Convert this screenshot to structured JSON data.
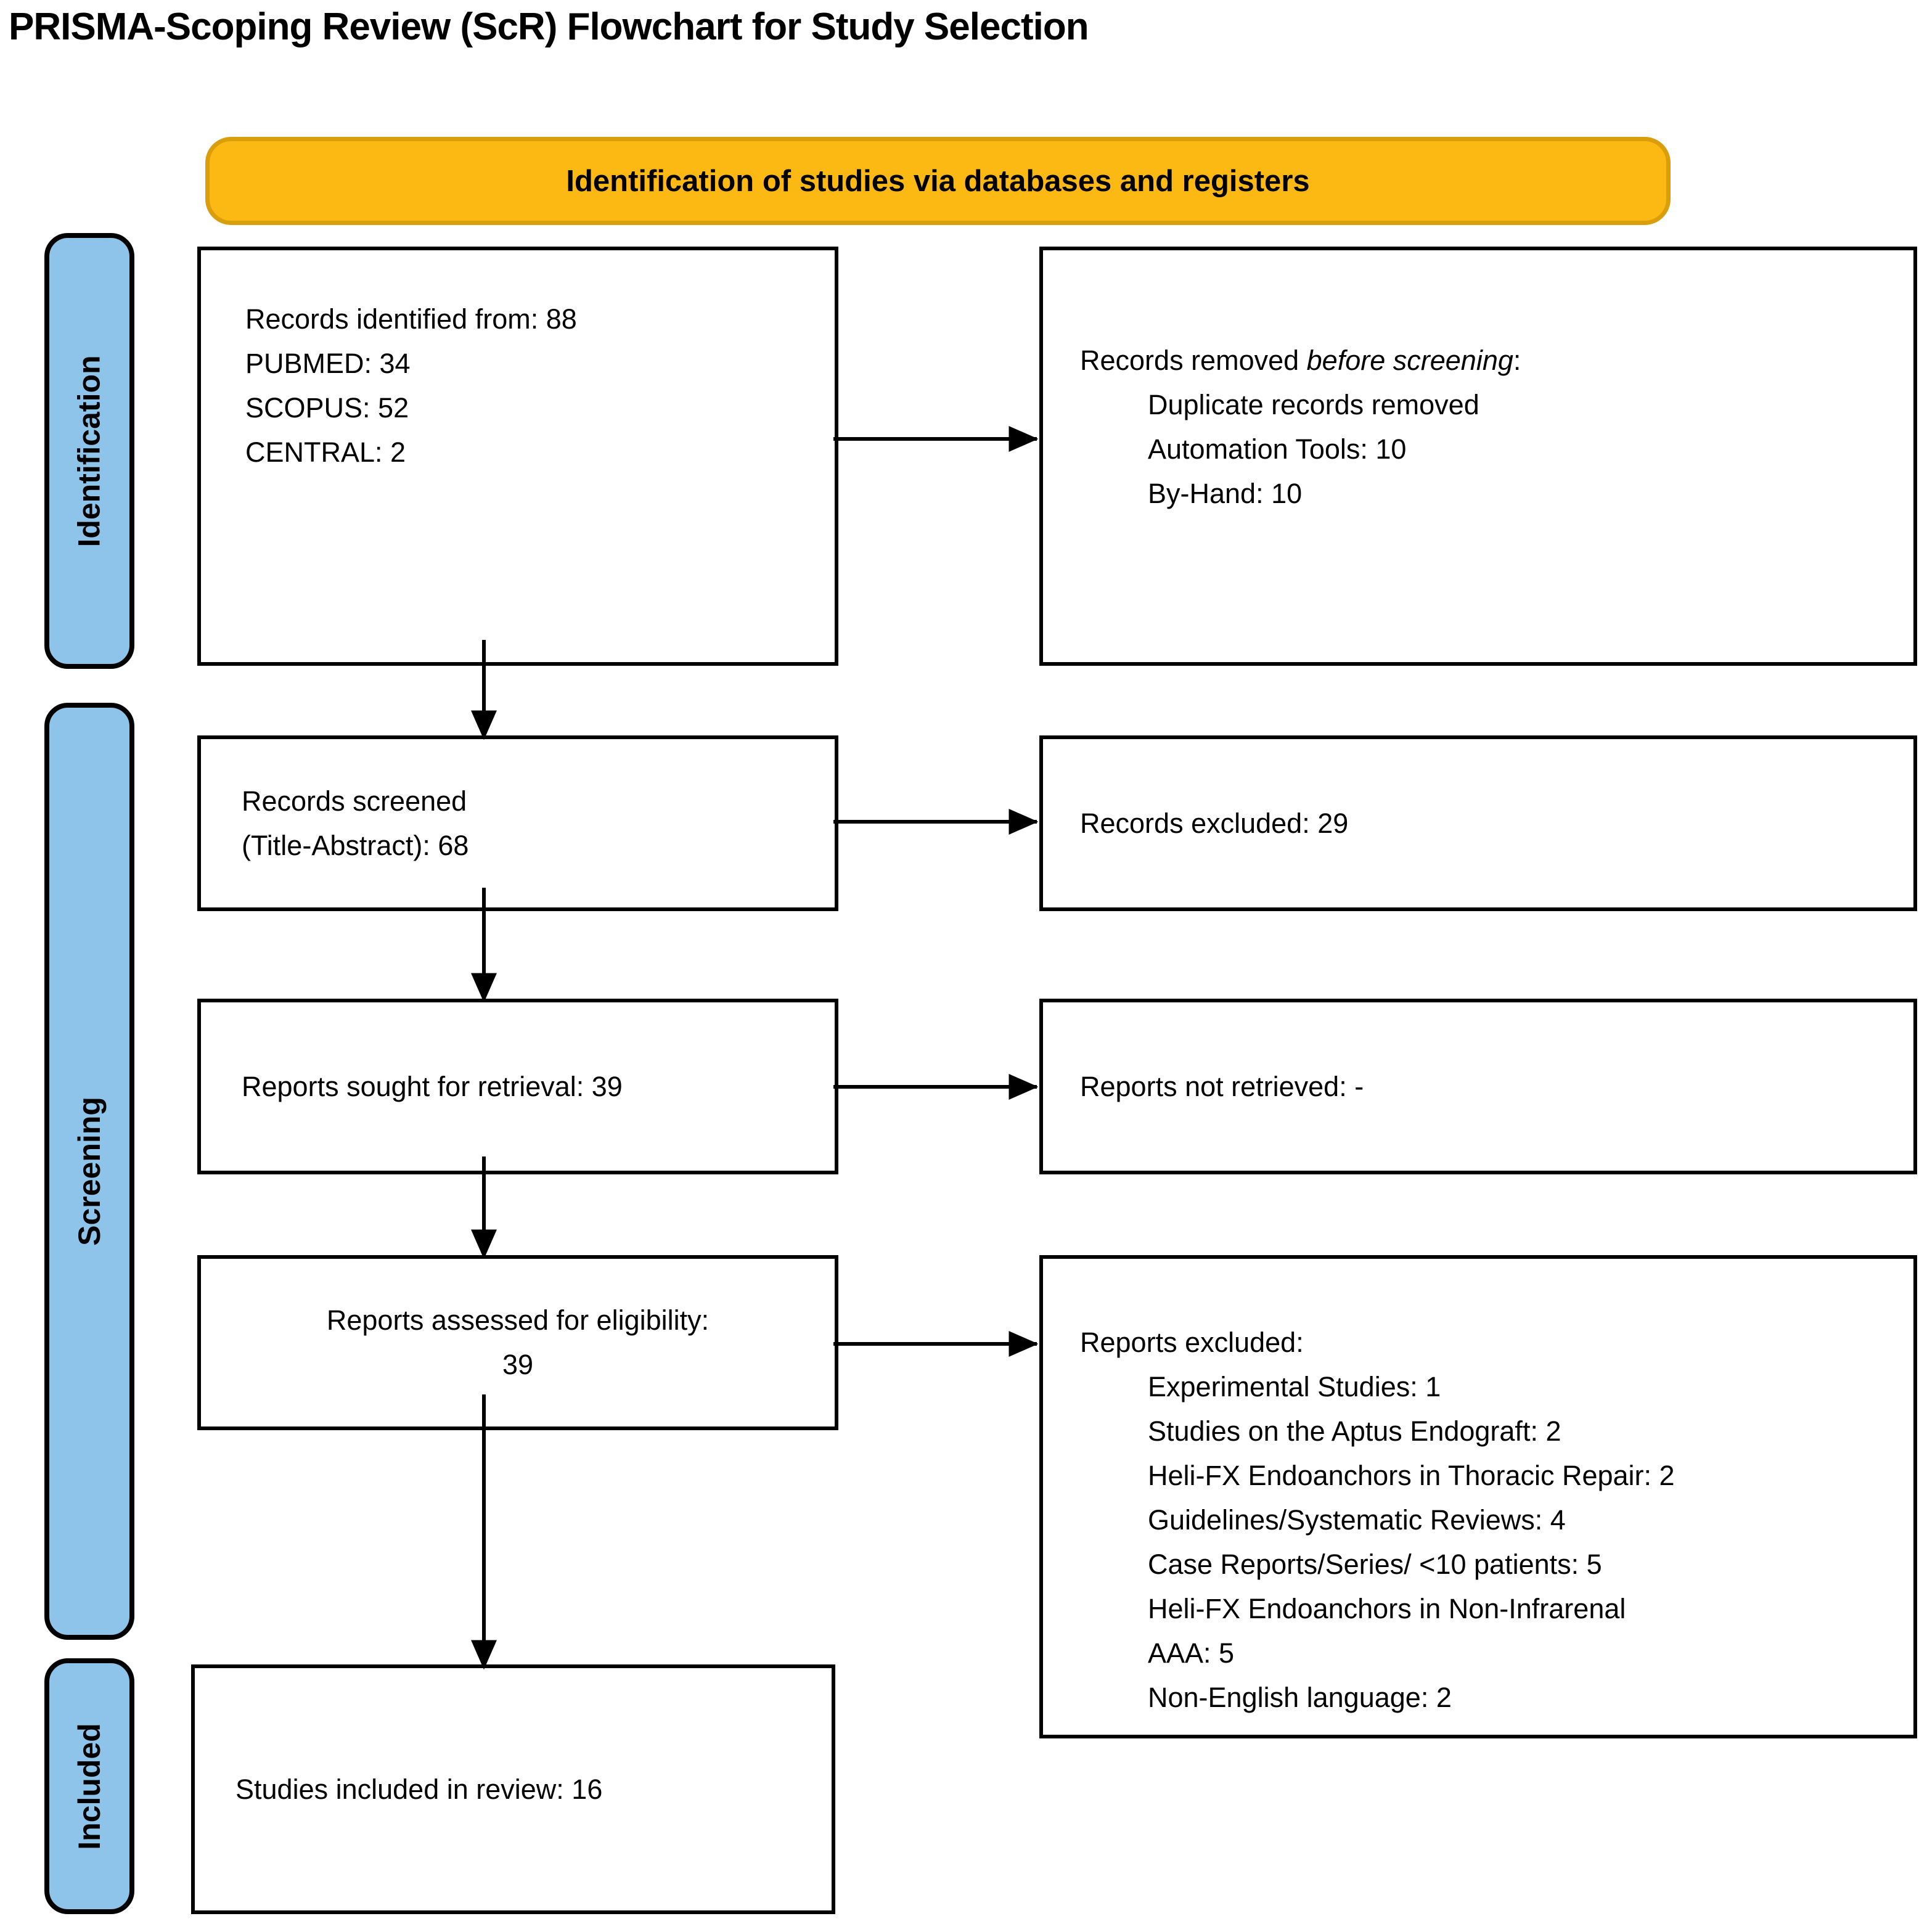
{
  "title": "PRISMA-Scoping Review (ScR) Flowchart for Study Selection",
  "banner": {
    "label": "Identification of studies via databases and registers"
  },
  "colors": {
    "banner_fill": "#FDB913",
    "banner_border": "#D89E0C",
    "stage_fill": "#8EC4E9",
    "box_border": "#000000"
  },
  "stages": [
    {
      "label": "Identification"
    },
    {
      "label": "Screening"
    },
    {
      "label": "Included"
    }
  ],
  "boxes": {
    "identified": {
      "lines": [
        "Records identified from: 88",
        "PUBMED: 34",
        "SCOPUS: 52",
        "CENTRAL: 2"
      ]
    },
    "removed": {
      "intro_normal": "Records removed ",
      "intro_italic": "before screening",
      "intro_tail": ":",
      "items": [
        "Duplicate records removed",
        "Automation Tools: 10",
        "By-Hand: 10"
      ]
    },
    "screened": {
      "lines": [
        "Records screened",
        "(Title-Abstract): 68"
      ]
    },
    "excluded": {
      "text": "Records excluded: 29"
    },
    "sought": {
      "text": "Reports sought for retrieval: 39"
    },
    "not_retrieved": {
      "text": "Reports not retrieved: -"
    },
    "assessed": {
      "lines": [
        "Reports assessed for eligibility:",
        "39"
      ]
    },
    "reports_excluded": {
      "title": "Reports excluded:",
      "items": [
        "Experimental Studies: 1",
        "Studies on the Aptus Endograft: 2",
        "Heli-FX Endoanchors in Thoracic Repair: 2",
        "Guidelines/Systematic Reviews: 4",
        "Case Reports/Series/ <10 patients: 5",
        "Heli-FX Endoanchors in Non-Infrarenal\nAAA: 5",
        "Non-English language: 2"
      ]
    },
    "included": {
      "text": "Studies included in review: 16"
    }
  }
}
